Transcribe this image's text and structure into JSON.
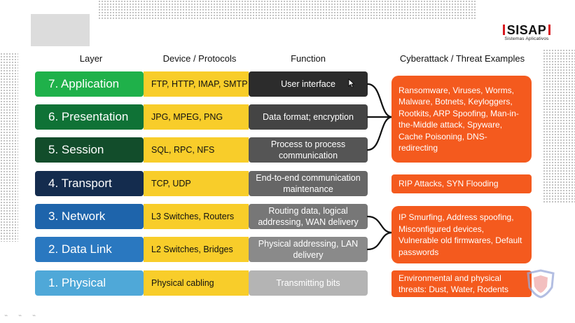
{
  "headers": {
    "layer": "Layer",
    "device": "Device / Protocols",
    "function": "Function",
    "threat": "Cyberattack / Threat Examples"
  },
  "logo": {
    "name": "SISAP",
    "subtitle": "Sistemas Aplicativos"
  },
  "rows": [
    {
      "layer": "7. Application",
      "device": "FTP, HTTP, IMAP, SMTP",
      "function": "User interface",
      "layer_color": "#1fb14a",
      "function_color": "#2c2c2c"
    },
    {
      "layer": "6. Presentation",
      "device": "JPG, MPEG, PNG",
      "function": "Data format; encryption",
      "layer_color": "#0f7236",
      "function_color": "#444444"
    },
    {
      "layer": "5. Session",
      "device": "SQL, RPC, NFS",
      "function": "Process to process communication",
      "layer_color": "#124d2b",
      "function_color": "#555555"
    },
    {
      "layer": "4. Transport",
      "device": "TCP, UDP",
      "function": "End-to-end communication maintenance",
      "layer_color": "#142c4e",
      "function_color": "#666666"
    },
    {
      "layer": "3. Network",
      "device": "L3 Switches, Routers",
      "function": "Routing data, logical addressing, WAN delivery",
      "layer_color": "#1e64ab",
      "function_color": "#777777"
    },
    {
      "layer": "2. Data Link",
      "device": "L2 Switches, Bridges",
      "function": "Physical addressing, LAN delivery",
      "layer_color": "#2a78c0",
      "function_color": "#8a8a8a"
    },
    {
      "layer": "1. Physical",
      "device": "Physical cabling",
      "function": "Transmitting bits",
      "layer_color": "#4fa8d8",
      "function_color": "#b4b4b4"
    }
  ],
  "threats": [
    {
      "text": "Ransomware, Viruses, Worms, Malware, Botnets, Keyloggers, Rootkits, ARP Spoofing, Man-in-the-Middle attack, Spyware, Cache Poisoning, DNS-redirecting"
    },
    {
      "text": "RIP Attacks, SYN Flooding"
    },
    {
      "text": "IP Smurfing, Address spoofing, Misconfigured devices, Vulnerable old firmwares, Default passwords"
    },
    {
      "text": "Environmental and physical threats: Dust, Water, Rodents"
    }
  ],
  "colors": {
    "device_bg": "#f8cd2a",
    "threat_bg": "#f45a1e",
    "bracket": "#111111",
    "logo_red": "#d71920"
  }
}
